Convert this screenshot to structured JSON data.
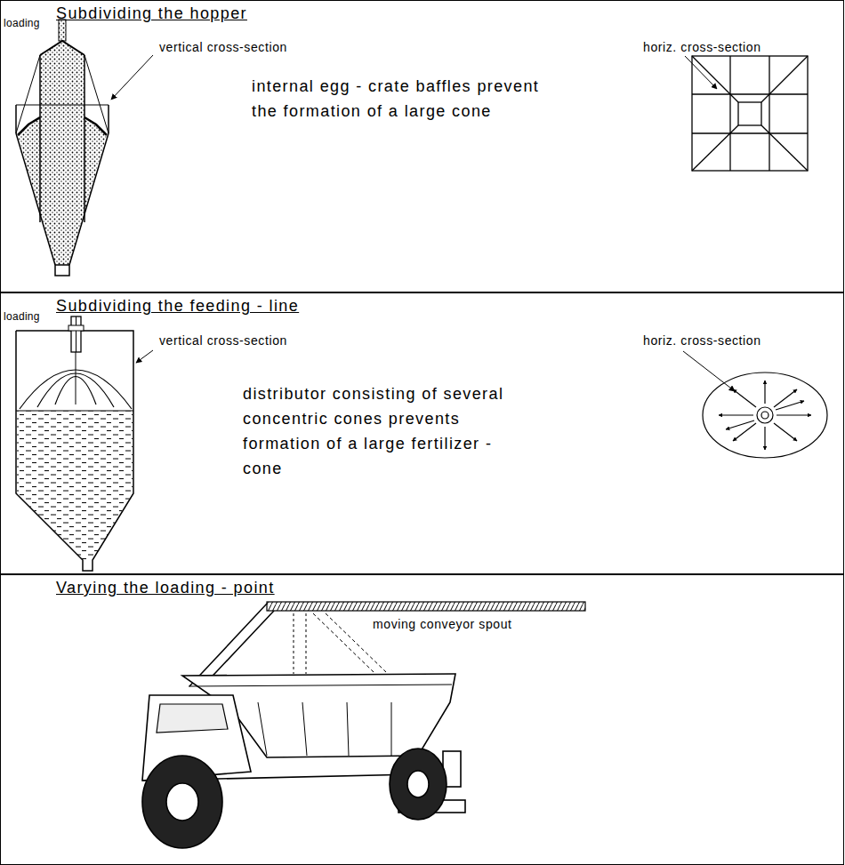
{
  "diagram": {
    "nodes": [
      {
        "text": [
          "Subdividing the hopper",
          "loading",
          "vertical cross-section",
          "horiz. cross-section",
          "internal egg - crate baffles prevent the formation of a large cone"
        ]
      },
      {
        "text": [
          "Subdividing the feeding - line",
          "loading",
          "vertical cross-section",
          "horiz. cross-section",
          "distributor consisting of several concentric cones prevents formation of a large fertilizer - cone"
        ]
      },
      {
        "text": [
          "Varying the loading - point",
          "moving conveyor spout"
        ]
      }
    ]
  }
}
